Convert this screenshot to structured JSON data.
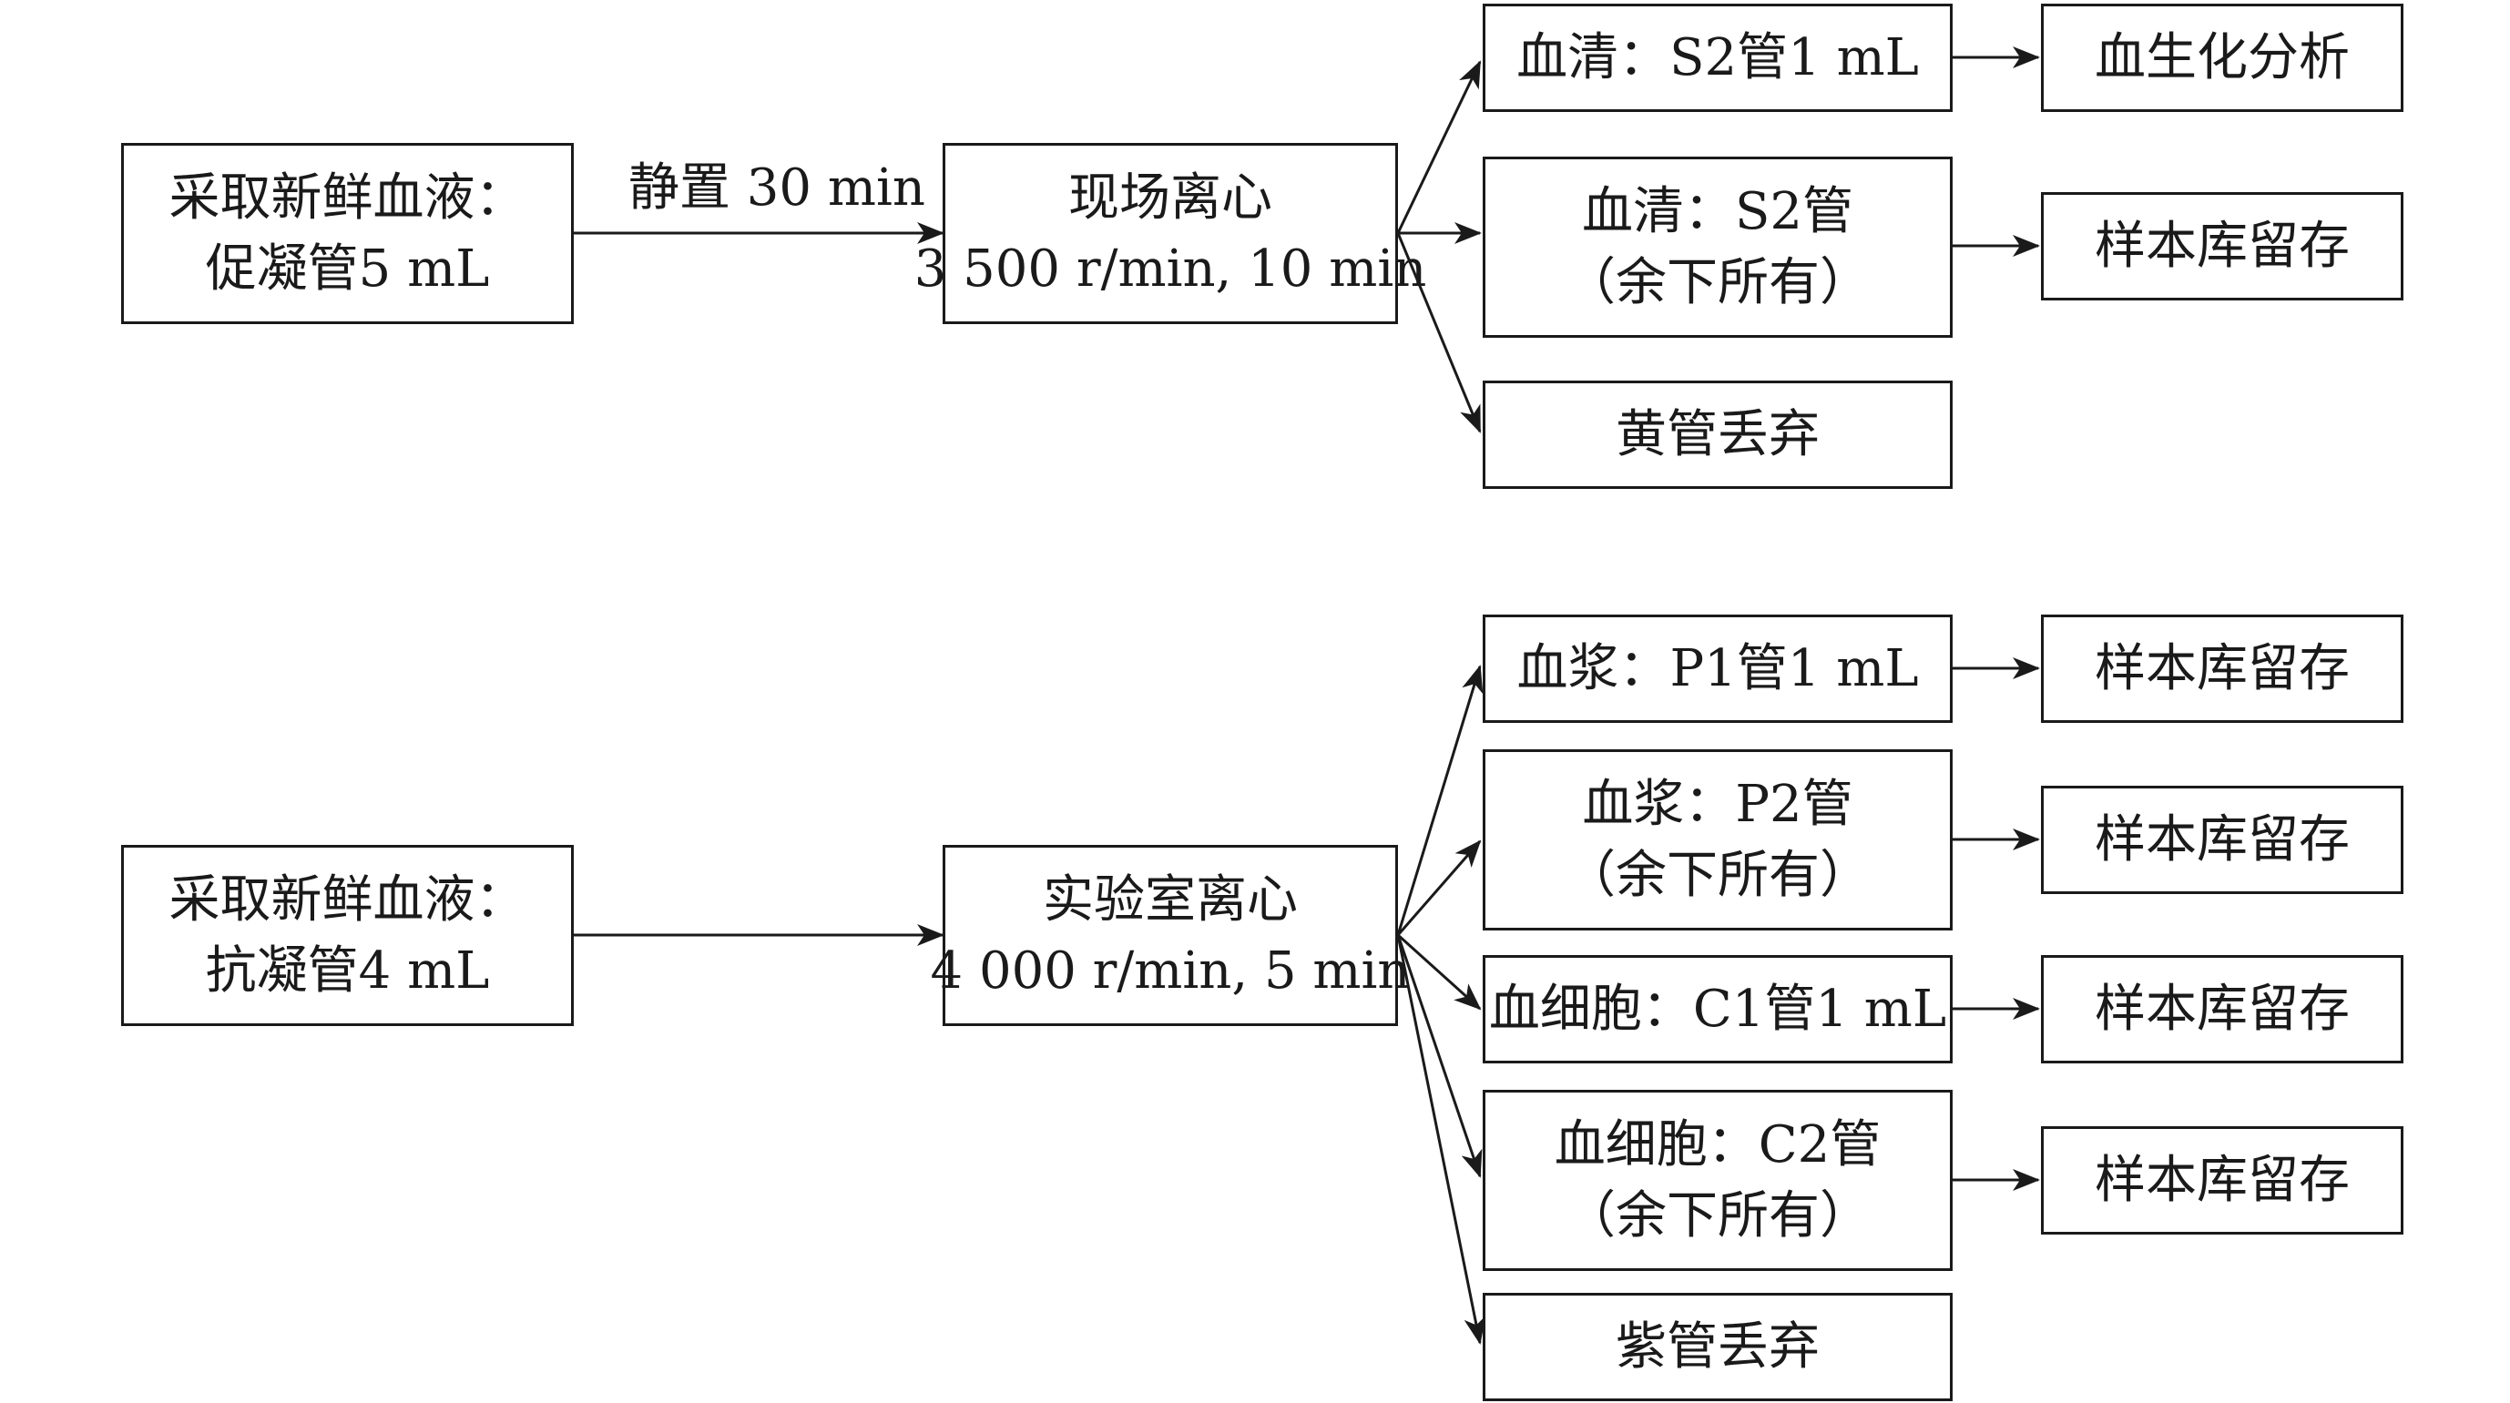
{
  "flow_top": {
    "source": {
      "line1": "采取新鲜血液：",
      "line2": "促凝管5 mL"
    },
    "step_label": "静置 30 min",
    "process": {
      "line1": "现场离心",
      "line2": "3 500 r/min, 10 min"
    },
    "outputs": [
      {
        "line1": "血清：S2管1 mL",
        "line2": "",
        "target": "血生化分析"
      },
      {
        "line1": "血清：S2管",
        "line2": "（余下所有）",
        "target": "样本库留存"
      },
      {
        "line1": "黄管丢弃",
        "line2": "",
        "target": ""
      }
    ]
  },
  "flow_bottom": {
    "source": {
      "line1": "采取新鲜血液：",
      "line2": "抗凝管4 mL"
    },
    "process": {
      "line1": "实验室离心",
      "line2": "4 000 r/min, 5 min"
    },
    "outputs": [
      {
        "line1": "血浆：P1管1 mL",
        "line2": "",
        "target": "样本库留存"
      },
      {
        "line1": "血浆：P2管",
        "line2": "（余下所有）",
        "target": "样本库留存"
      },
      {
        "line1": "血细胞：C1管1 mL",
        "line2": "",
        "target": "样本库留存"
      },
      {
        "line1": "血细胞：C2管",
        "line2": "（余下所有）",
        "target": "样本库留存"
      },
      {
        "line1": "紫管丢弃",
        "line2": "",
        "target": ""
      }
    ]
  }
}
